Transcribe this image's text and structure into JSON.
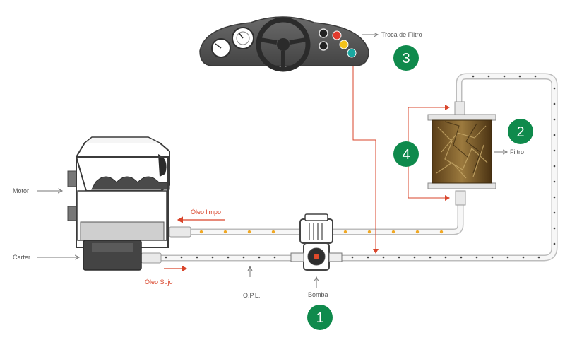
{
  "colors": {
    "badge": "#0f8a4c",
    "arrow_red": "#d9452b",
    "pipe": "#c9c9c9",
    "oil_dot": "#f0a824",
    "dashboard": "#585858",
    "engine": "#4a4a4a"
  },
  "labels": {
    "motor": "Motor",
    "carter": "Carter",
    "oleo_limpo": "Óleo limpo",
    "oleo_sujo": "Óleo Sujo",
    "opl": "O.P.L.",
    "bomba": "Bomba",
    "filtro": "Filtro",
    "troca_filtro": "Troca de Filtro"
  },
  "badges": {
    "pump": "1",
    "filter": "2",
    "dashboard": "3",
    "lines": "4"
  },
  "icons": {
    "dashboard": "dashboard-icon",
    "steering": "steering-wheel-icon",
    "engine": "engine-icon",
    "filter": "oil-filter-icon",
    "pump": "pump-icon"
  }
}
